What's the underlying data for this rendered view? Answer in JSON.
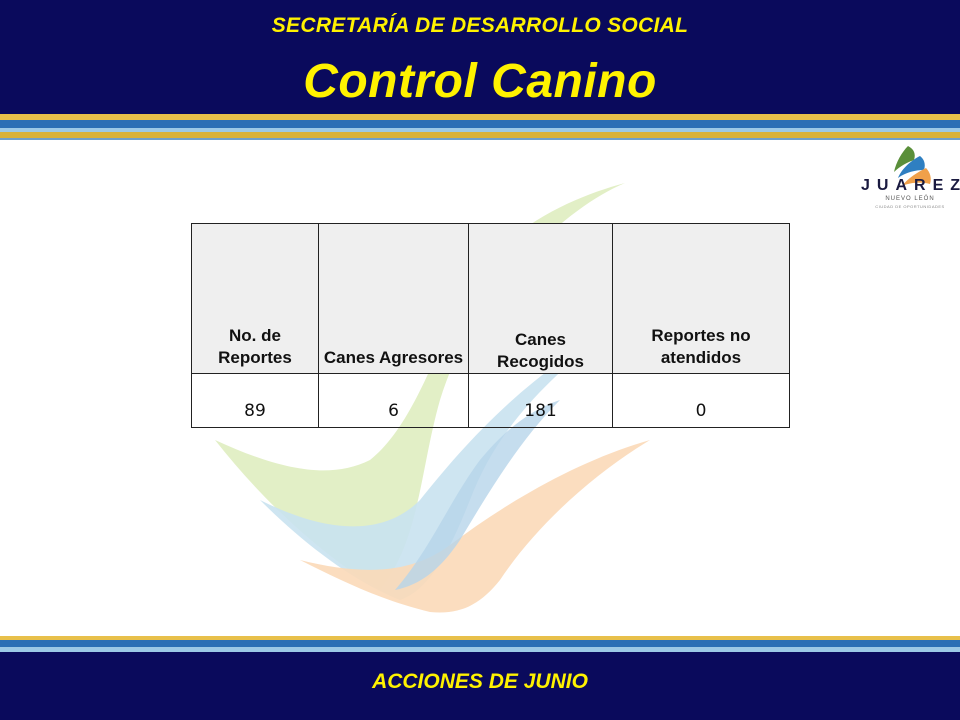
{
  "header": {
    "organization": "SECRETARÍA DE DESARROLLO SOCIAL",
    "title": "Control Canino"
  },
  "logo": {
    "name": "JUAREZ",
    "subtitle": "NUEVO LEÓN",
    "tagline": "CIUDAD DE OPORTUNIDADES"
  },
  "table": {
    "headers": [
      "No. de Reportes",
      "Canes Agresores",
      "Canes Recogidos",
      "Reportes no atendidos"
    ],
    "values": [
      "89",
      "6",
      "181",
      "0"
    ]
  },
  "footer": {
    "text": "ACCIONES DE JUNIO"
  },
  "colors": {
    "navy": "#0a0a5c",
    "title_yellow": "#fff200",
    "wave_green": "#c5dc8e",
    "wave_blue": "#a8cfe6",
    "wave_orange": "#f9c79a"
  }
}
